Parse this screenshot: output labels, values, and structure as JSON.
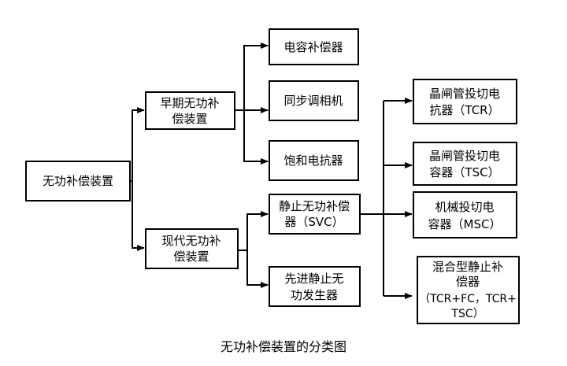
{
  "diagram": {
    "caption": "无功补偿装置的分类图",
    "nodes": {
      "root": [
        "无功补偿装置"
      ],
      "early": [
        "早期无功补",
        "偿装置"
      ],
      "modern": [
        "现代无功补",
        "偿装置"
      ],
      "capacitor": [
        "电容补偿器"
      ],
      "sync": [
        "同步调相机"
      ],
      "saturable": [
        "饱和电抗器"
      ],
      "svc": [
        "静止无功补偿",
        "器（SVC）"
      ],
      "svg": [
        "先进静止无",
        "功发生器"
      ],
      "tcr": [
        "晶闸管投切电",
        "抗器（TCR）"
      ],
      "tsc": [
        "晶闸管投切电",
        "容器（TSC）"
      ],
      "msc": [
        "机械投切电",
        "容器（MSC）"
      ],
      "hybrid": [
        "混合型静止补",
        "偿器",
        "（TCR+FC，TCR+",
        "TSC）"
      ]
    }
  }
}
